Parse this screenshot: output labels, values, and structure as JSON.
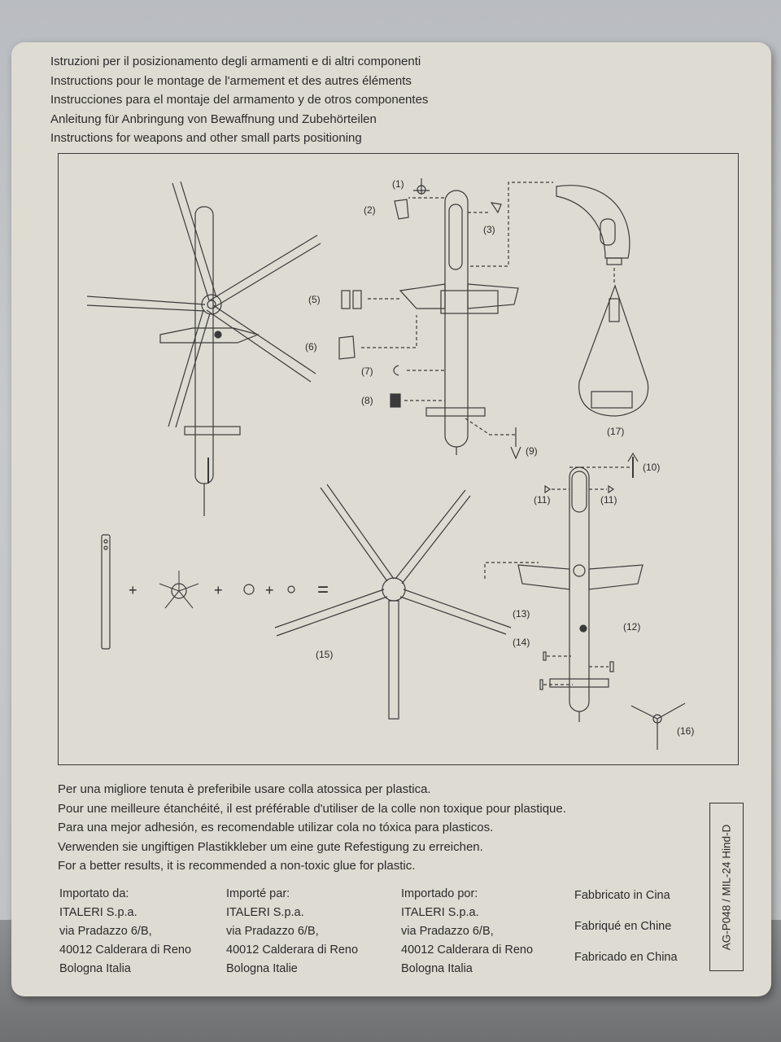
{
  "header_lines": [
    "Istruzioni per il posizionamento degli armamenti e di altri componenti",
    "Instructions pour le montage de l'armement et des autres éléments",
    "Instrucciones para el montaje del armamento y de otros componentes",
    "Anleitung für Anbringung von Bewaffnung und Zubehörteilen",
    "Instructions for weapons and other small parts positioning"
  ],
  "part_labels": {
    "p1": "(1)",
    "p2": "(2)",
    "p3": "(3)",
    "p5": "(5)",
    "p6": "(6)",
    "p7": "(7)",
    "p8": "(8)",
    "p9": "(9)",
    "p10": "(10)",
    "p11a": "(11)",
    "p11b": "(11)",
    "p12": "(12)",
    "p13": "(13)",
    "p14": "(14)",
    "p15": "(15)",
    "p16": "(16)",
    "p17": "(17)"
  },
  "assembly_symbols": {
    "plus1": "+",
    "plus2": "+",
    "plus3": "+",
    "equals": "="
  },
  "glue_lines": [
    "Per una migliore tenuta è preferibile usare colla atossica per plastica.",
    "Pour une meilleure étanchéité, il est préférable d'utiliser de la colle non toxique pour plastique.",
    "Para una mejor adhesión, es recomendable utilizar cola no tóxica para plasticos.",
    "Verwenden sie ungiftigen Plastikkleber um eine gute Refestigung zu erreichen.",
    "For a better results, it is recommended a non-toxic glue for plastic."
  ],
  "importers": [
    {
      "label": "Importato da:",
      "company": "ITALERI S.p.a.",
      "street": "via Pradazzo 6/B,",
      "city": "40012 Calderara di Reno",
      "country": "Bologna Italia"
    },
    {
      "label": "Importé par:",
      "company": "ITALERI S.p.a.",
      "street": "via Pradazzo 6/B,",
      "city": "40012 Calderara di Reno",
      "country": "Bologna Italie"
    },
    {
      "label": "Importado por:",
      "company": "ITALERI S.p.a.",
      "street": "via Pradazzo 6/B,",
      "city": "40012 Calderara di Reno",
      "country": "Bologna Italia"
    }
  ],
  "made_in": [
    "Fabbricato in Cina",
    "Fabriqué en Chine",
    "Fabricado en China"
  ],
  "product_code": "AG-P048 / MIL-24 Hind-D",
  "colors": {
    "card": "#dedbd2",
    "ink": "#2b2b2b",
    "line": "#3a3a3a"
  }
}
